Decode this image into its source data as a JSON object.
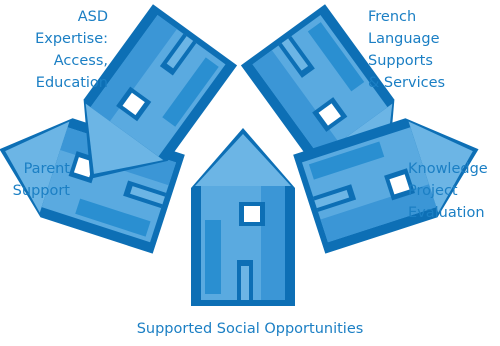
{
  "colors": {
    "text": "#1b7fc4",
    "house_dark": "#0d6fb5",
    "house_mid": "#2a8fd1",
    "house_light": "#6cb5e5",
    "house_window": "#ffffff"
  },
  "labels": {
    "asd": [
      "ASD",
      "Expertise:",
      "Access,",
      "Education"
    ],
    "french": [
      "French",
      "Language",
      "Supports",
      "& Services"
    ],
    "parent": [
      "Parent",
      "Support"
    ],
    "knowledge": [
      "Knowledge",
      "Project",
      "Evaluation"
    ],
    "social": [
      "Supported Social Opportunities"
    ]
  }
}
